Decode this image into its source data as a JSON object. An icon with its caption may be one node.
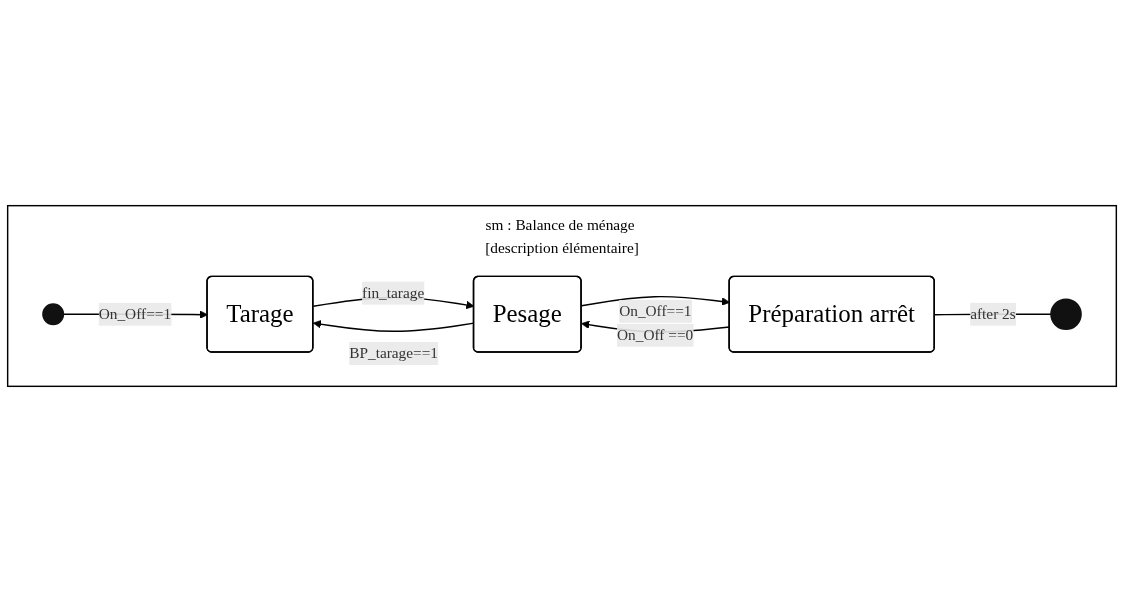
{
  "diagram": {
    "nodes": [
      {
        "text": [
          "sm : Balance de ménage [description élémentaire]"
        ]
      },
      {
        "text": [],
        "shape": "circle",
        "in": 0
      },
      {
        "text": [
          "Tarage"
        ],
        "in": 0
      },
      {
        "text": [
          "Pesage"
        ],
        "in": 0
      },
      {
        "text": [
          "Préparation arrêt"
        ],
        "in": 0
      },
      {
        "text": [],
        "shape": "circle",
        "in": 0
      }
    ],
    "edges": [
      {
        "from": 1,
        "to": 2,
        "arrow": "to",
        "label": "On_Off==1"
      },
      {
        "from": 2,
        "to": 3,
        "arrow": "to",
        "label": "fin_tarage"
      },
      {
        "from": 3,
        "to": 2,
        "arrow": "to",
        "label": "BP_tarage==1"
      },
      {
        "from": 3,
        "to": 4,
        "arrow": "to",
        "label": "On_Off==1"
      },
      {
        "from": 4,
        "to": 3,
        "arrow": "to",
        "label": "On_Off ==0"
      },
      {
        "from": 4,
        "to": 5,
        "arrow": "none",
        "label": "after 2s"
      }
    ]
  }
}
